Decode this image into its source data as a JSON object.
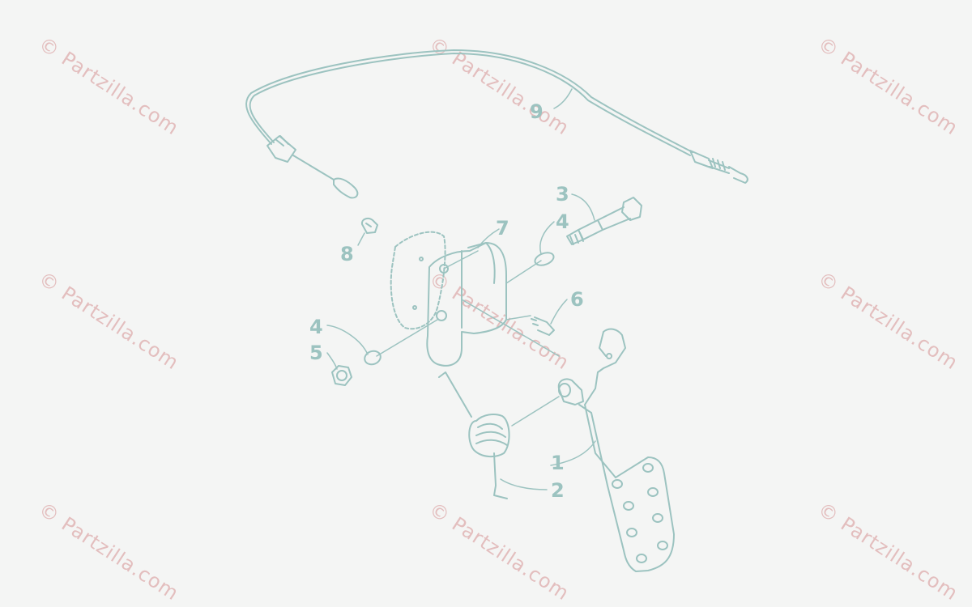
{
  "watermark": "© Partzilla.com",
  "colors": {
    "line": "#9cc3c0",
    "watermark": "#e2b9b9",
    "background": "#f4f5f4"
  },
  "callouts": {
    "c1": "1",
    "c2": "2",
    "c3": "3",
    "c4a": "4",
    "c4b": "4",
    "c5": "5",
    "c6": "6",
    "c7": "7",
    "c8": "8",
    "c9": "9"
  }
}
